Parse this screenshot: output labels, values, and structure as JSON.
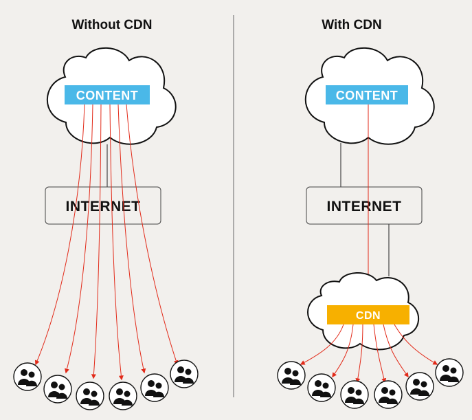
{
  "panels": {
    "left": {
      "title": "Without CDN",
      "cloud_label": "CONTENT",
      "internet_label": "INTERNET",
      "user_count": 6
    },
    "right": {
      "title": "With CDN",
      "cloud_label": "CONTENT",
      "internet_label": "INTERNET",
      "cdn_label": "CDN",
      "user_count": 6
    }
  },
  "colors": {
    "background": "#f2f0ed",
    "content_box": "#4ab8e8",
    "cdn_box": "#f7b000",
    "request_line": "#e22a19",
    "outline": "#111111"
  },
  "icons": {
    "cloud": "cloud-icon",
    "user_group": "user-group-icon"
  }
}
